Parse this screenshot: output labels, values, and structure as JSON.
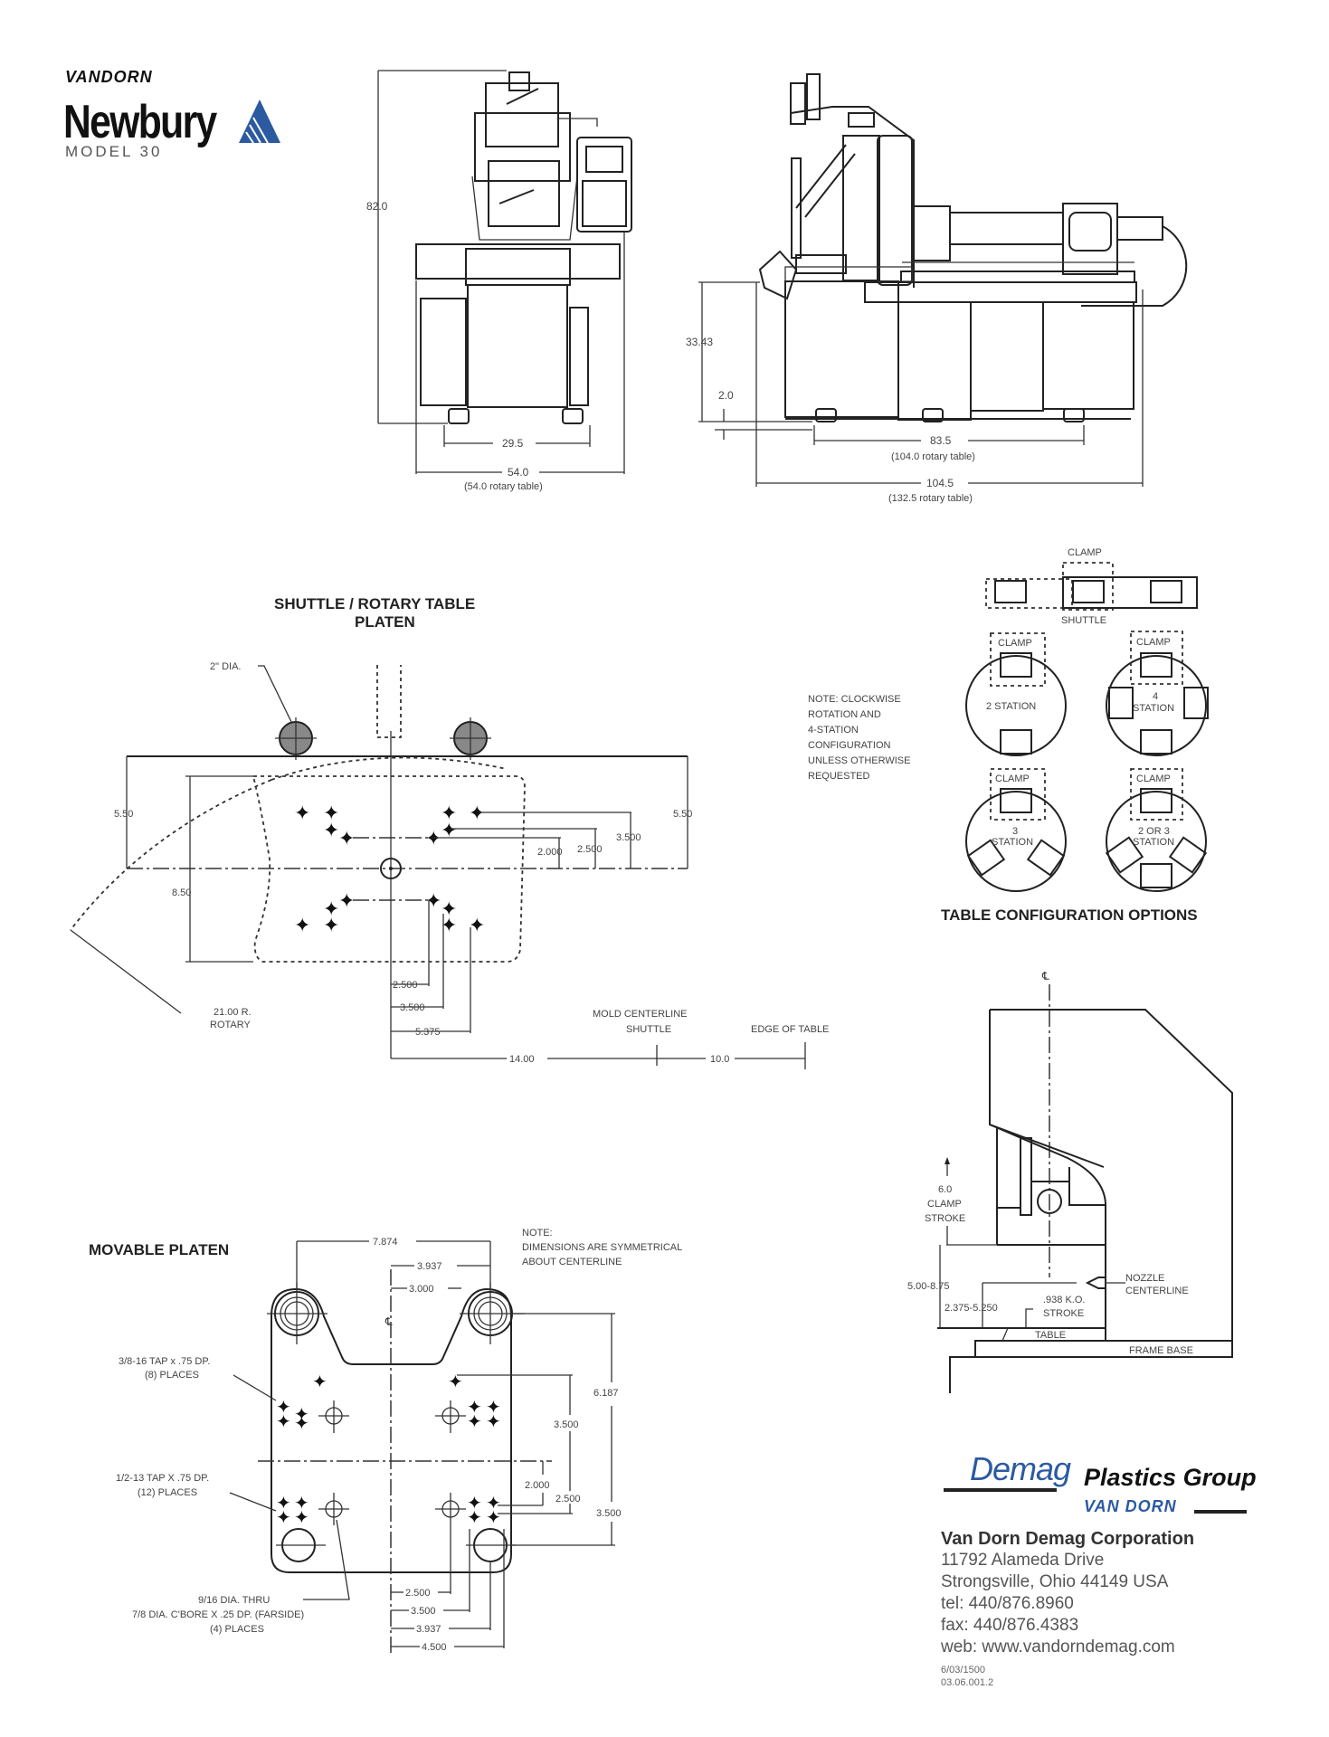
{
  "header": {
    "brand_top": "VANDORN",
    "brand_main": "Newbury",
    "model": "MODEL 30"
  },
  "front_view": {
    "height": "82.0",
    "foot_span": "29.5",
    "overall_width": "54.0",
    "overall_width_note": "(54.0 rotary table)"
  },
  "side_view": {
    "table_height": "33.43",
    "foot_height": "2.0",
    "foot_span": "83.5",
    "foot_span_note": "(104.0 rotary table)",
    "overall_length": "104.5",
    "overall_length_note": "(132.5 rotary table)"
  },
  "shuttle_platen": {
    "title_line1": "SHUTTLE / ROTARY TABLE",
    "title_line2": "PLATEN",
    "tie_bar": "2\" DIA.",
    "dim_left_upper": "5.50",
    "dim_left_lower": "8.50",
    "dim_right": "5.50",
    "dim_v1": "2.000",
    "dim_v2": "2.500",
    "dim_v3": "3.500",
    "dim_h1": "2.500",
    "dim_h2": "3.500",
    "dim_h3": "5.375",
    "rotary_radius_line1": "21.00 R.",
    "rotary_radius_line2": "ROTARY",
    "mold_cl_line1": "MOLD CENTERLINE",
    "mold_cl_line2": "SHUTTLE",
    "edge_of_table": "EDGE OF TABLE",
    "dim_14": "14.00",
    "dim_10": "10.0"
  },
  "table_config": {
    "title": "TABLE CONFIGURATION OPTIONS",
    "clamp": "CLAMP",
    "shuttle": "SHUTTLE",
    "two_station": "2 STATION",
    "four_station_a": "4",
    "four_station_b": "STATION",
    "three_station_a": "3",
    "three_station_b": "STATION",
    "two_or_three_a": "2 OR 3",
    "two_or_three_b": "STATION",
    "note": [
      "NOTE: CLOCKWISE",
      "ROTATION AND",
      "4-STATION",
      "CONFIGURATION",
      "UNLESS OTHERWISE",
      "REQUESTED"
    ]
  },
  "movable_platen": {
    "title": "MOVABLE PLATEN",
    "note": [
      "NOTE:",
      "DIMENSIONS ARE SYMMETRICAL",
      "ABOUT CENTERLINE"
    ],
    "centerline_mark": "℄",
    "d_7874": "7.874",
    "d_3937_top": "3.937",
    "d_3000": "3.000",
    "d_6187": "6.187",
    "d_3500_upper": "3.500",
    "d_2000": "2.000",
    "d_2500_v": "2.500",
    "d_3500_lower": "3.500",
    "d_2500_h": "2.500",
    "d_3500_h": "3.500",
    "d_3937_h": "3.937",
    "d_4500_h": "4.500",
    "tap1": [
      "3/8-16 TAP x .75 DP.",
      "(8) PLACES"
    ],
    "tap2": [
      "1/2-13 TAP X .75 DP.",
      "(12) PLACES"
    ],
    "thru": [
      "9/16 DIA. THRU",
      "7/8 DIA. C'BORE X .25 DP. (FARSIDE)",
      "(4) PLACES"
    ]
  },
  "section_view": {
    "centerline_mark": "℄",
    "clamp_stroke": [
      "6.0",
      "CLAMP",
      "STROKE"
    ],
    "range1": "5.00-8.75",
    "range2": "2.375-5.250",
    "ko_stroke": [
      ".938 K.O.",
      "STROKE"
    ],
    "nozzle": [
      "NOZZLE",
      "CENTERLINE"
    ],
    "table": "TABLE",
    "frame_base": "FRAME BASE"
  },
  "footer": {
    "logo_demag": "Demag",
    "logo_plastics": "Plastics Group",
    "logo_vandorn": "VAN DORN",
    "company": "Van Dorn Demag Corporation",
    "address1": "11792 Alameda Drive",
    "address2": "Strongsville, Ohio 44149 USA",
    "tel": "tel: 440/876.8960",
    "fax": "fax: 440/876.4383",
    "web": "web: www.vandorndemag.com",
    "code1": "6/03/1500",
    "code2": "03.06.001.2"
  },
  "colors": {
    "brand_blue": "#2b5aa0",
    "line": "#222222"
  }
}
